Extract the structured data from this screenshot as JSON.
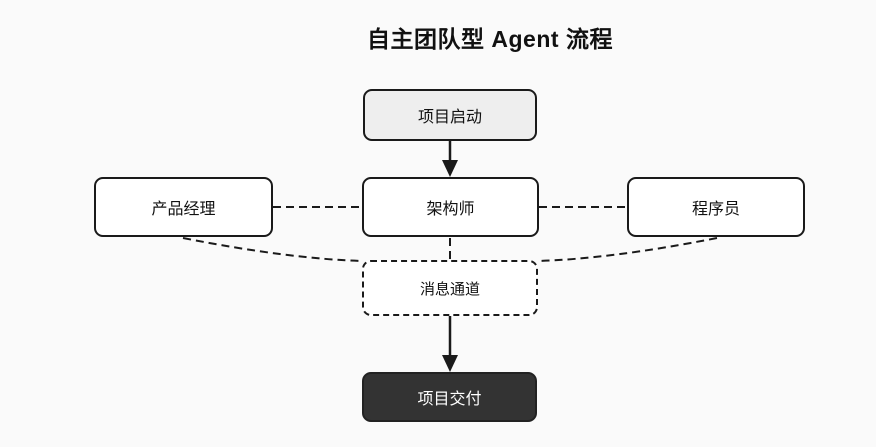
{
  "title": "自主团队型 Agent 流程",
  "nodes": {
    "start": {
      "label": "项目启动"
    },
    "pm": {
      "label": "产品经理"
    },
    "architect": {
      "label": "架构师"
    },
    "dev": {
      "label": "程序员"
    },
    "channel": {
      "label": "消息通道"
    },
    "deliver": {
      "label": "项目交付"
    }
  },
  "edges": [
    {
      "from": "start",
      "to": "architect",
      "style": "solid-arrow"
    },
    {
      "from": "pm",
      "to": "architect",
      "style": "dashed"
    },
    {
      "from": "architect",
      "to": "dev",
      "style": "dashed"
    },
    {
      "from": "pm",
      "to": "channel",
      "style": "dashed"
    },
    {
      "from": "architect",
      "to": "channel",
      "style": "dashed"
    },
    {
      "from": "dev",
      "to": "channel",
      "style": "dashed"
    },
    {
      "from": "channel",
      "to": "deliver",
      "style": "solid-arrow"
    }
  ],
  "colors": {
    "background": "#fafafa",
    "border": "#1a1a1a",
    "start_fill": "#eeeeee",
    "role_fill": "#ffffff",
    "channel_fill": "#ffffff",
    "deliver_fill": "#333333",
    "deliver_text": "#ffffff",
    "line": "#1a1a1a"
  }
}
